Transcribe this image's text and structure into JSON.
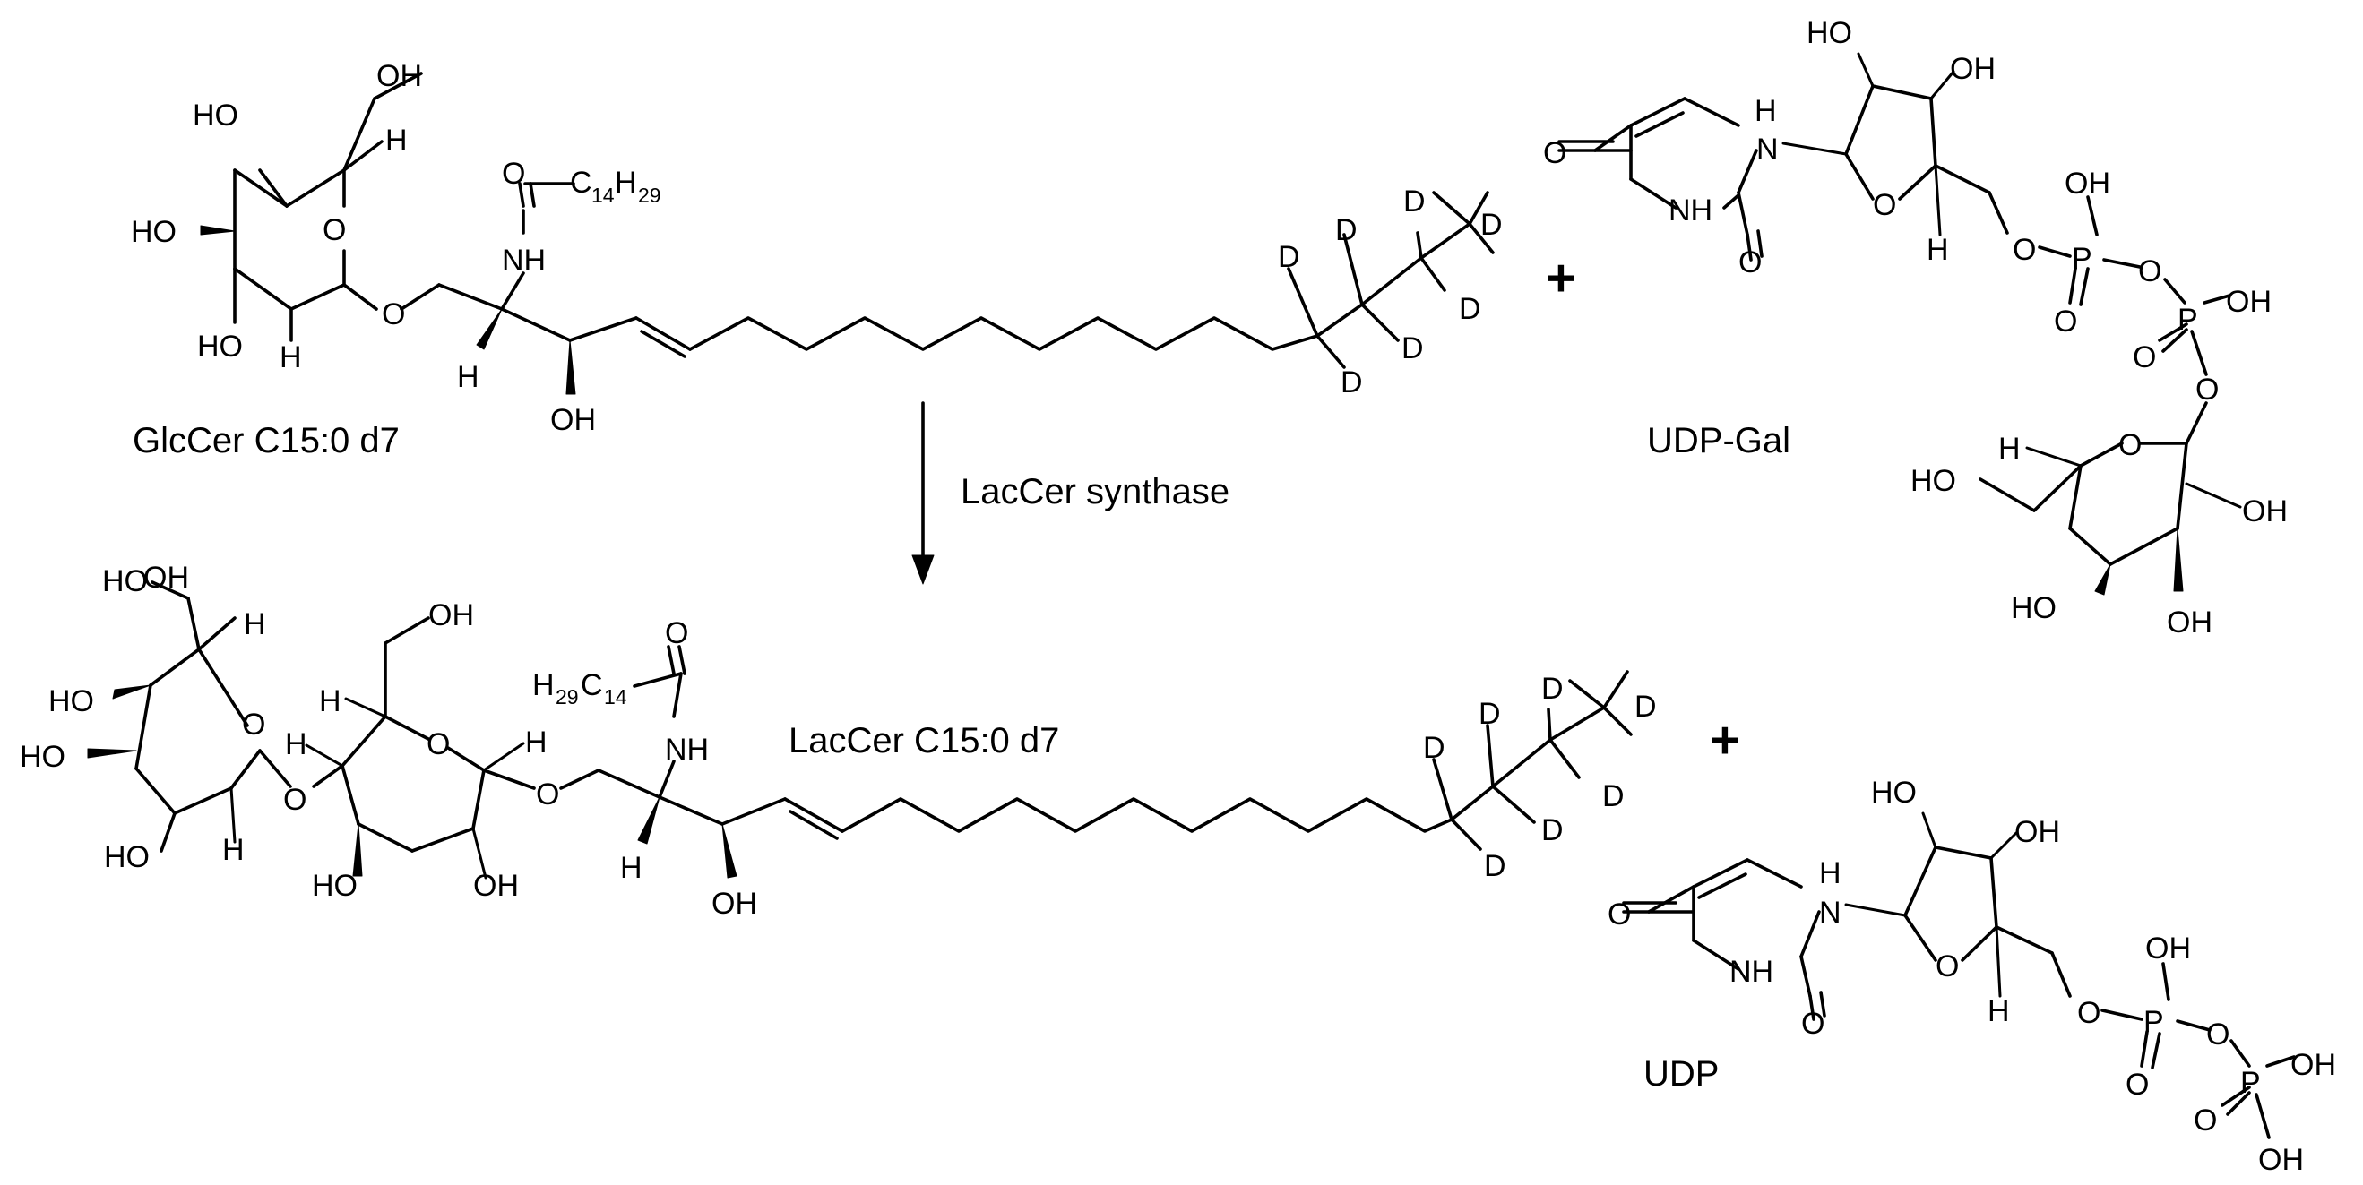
{
  "reaction": {
    "reactant": {
      "name": "GlcCer C15:0 d7",
      "acyl_chain": "C14H29"
    },
    "cosubstrate": {
      "name": "UDP-Gal"
    },
    "enzyme": "LacCer synthase",
    "product": {
      "name": "LacCer C15:0 d7",
      "acyl_chain": "H29C14"
    },
    "coproduct": {
      "name": "UDP"
    },
    "plus_sign": "+"
  },
  "atom_labels": {
    "oh": "OH",
    "ho": "HO",
    "o": "O",
    "h": "H",
    "d": "D",
    "nh": "NH",
    "n": "N",
    "p": "P",
    "c": "C",
    "sub_14": "14",
    "sub_29": "29"
  }
}
